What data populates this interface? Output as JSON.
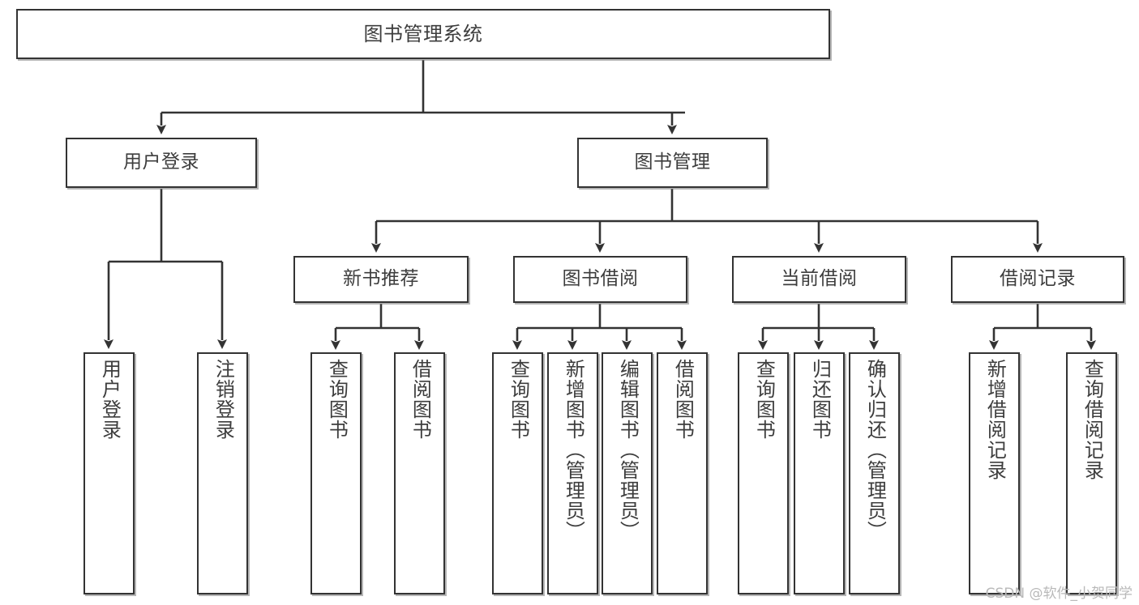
{
  "diagram": {
    "type": "tree",
    "title": "图书管理系统",
    "orientation": "top-down",
    "colors": {
      "box_border": "#333333",
      "box_fill": "#ffffff",
      "text": "#3d3d3d",
      "connector": "#333333",
      "watermark": "#b9b9b9",
      "background": "#ffffff"
    },
    "root": {
      "label": "图书管理系统"
    },
    "level2": [
      {
        "label": "用户登录"
      },
      {
        "label": "图书管理"
      }
    ],
    "level3": [
      {
        "label": "新书推荐"
      },
      {
        "label": "图书借阅"
      },
      {
        "label": "当前借阅"
      },
      {
        "label": "借阅记录"
      }
    ],
    "leaves": {
      "user_login": [
        {
          "label": "用户登录"
        },
        {
          "label": "注销登录"
        }
      ],
      "new_book_recommend": [
        {
          "label": "查询图书"
        },
        {
          "label": "借阅图书"
        }
      ],
      "book_borrow": [
        {
          "label": "查询图书"
        },
        {
          "label": "新增图书（管理员）"
        },
        {
          "label": "编辑图书（管理员）"
        },
        {
          "label": "借阅图书"
        }
      ],
      "current_borrow": [
        {
          "label": "查询图书"
        },
        {
          "label": "归还图书"
        },
        {
          "label": "确认归还（管理员）"
        }
      ],
      "borrow_record": [
        {
          "label": "新增借阅记录"
        },
        {
          "label": "查询借阅记录"
        }
      ]
    }
  },
  "watermark": {
    "text": "CSDN @软件_小贺同学"
  }
}
